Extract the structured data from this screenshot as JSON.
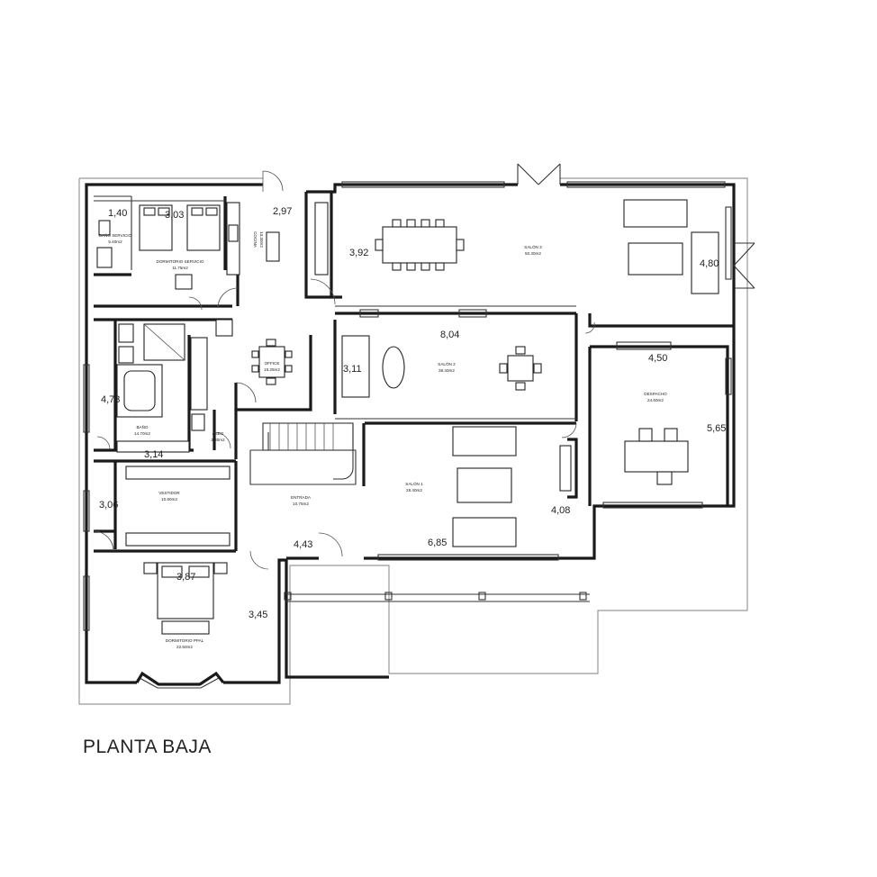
{
  "title": "PLANTA BAJA",
  "rooms": [
    {
      "id": "bano-servicio",
      "name": "BAÑO SERVICIO",
      "area": "5.40m2"
    },
    {
      "id": "dormitorio-servicio",
      "name": "DORMITORIO SERVICIO",
      "area": "11.75m2"
    },
    {
      "id": "cocina",
      "name": "COCINA",
      "area": "13.30m2"
    },
    {
      "id": "salon-3",
      "name": "SALÓN 3",
      "area": "50.30m2"
    },
    {
      "id": "office",
      "name": "OFFICE",
      "area": "16.25m2"
    },
    {
      "id": "salon-2",
      "name": "SALÓN 2",
      "area": "38.40m2"
    },
    {
      "id": "despacho",
      "name": "DESPACHO",
      "area": "24.60m2"
    },
    {
      "id": "bano",
      "name": "BAÑO",
      "area": "14.70m2"
    },
    {
      "id": "aseo",
      "name": "ASEO",
      "area": "2.30m2"
    },
    {
      "id": "salon-1",
      "name": "SALÓN 1",
      "area": "28.40m2"
    },
    {
      "id": "vestidor",
      "name": "VESTIDOR",
      "area": "10.80m2"
    },
    {
      "id": "entrada",
      "name": "ENTRADA",
      "area": "10.75m2"
    },
    {
      "id": "dormitorio-ppal",
      "name": "DORMITORIO PPAL",
      "area": "22.50m2"
    }
  ],
  "dimensions": [
    {
      "id": "d-1-40",
      "text": "1,40"
    },
    {
      "id": "d-3-03",
      "text": "3,03"
    },
    {
      "id": "d-2-97",
      "text": "2,97"
    },
    {
      "id": "d-3-92",
      "text": "3,92"
    },
    {
      "id": "d-4-80",
      "text": "4,80"
    },
    {
      "id": "d-8-04",
      "text": "8,04"
    },
    {
      "id": "d-4-50",
      "text": "4,50"
    },
    {
      "id": "d-3-11",
      "text": "3,11"
    },
    {
      "id": "d-4-73",
      "text": "4,73"
    },
    {
      "id": "d-5-65",
      "text": "5,65"
    },
    {
      "id": "d-3-14",
      "text": "3,14"
    },
    {
      "id": "d-3-06",
      "text": "3,06"
    },
    {
      "id": "d-4-08",
      "text": "4,08"
    },
    {
      "id": "d-4-43",
      "text": "4,43"
    },
    {
      "id": "d-6-85",
      "text": "6,85"
    },
    {
      "id": "d-3-87",
      "text": "3,87"
    },
    {
      "id": "d-3-45",
      "text": "3,45"
    }
  ]
}
